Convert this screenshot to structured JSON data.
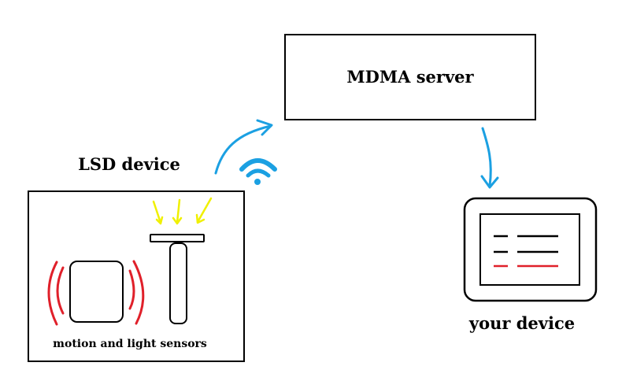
{
  "server": {
    "label": "MDMA server"
  },
  "lsd_device": {
    "title": "LSD device",
    "caption": "motion and light sensors"
  },
  "your_device": {
    "label": "your device"
  },
  "colors": {
    "outline": "#000000",
    "arrow": "#1ba0e2",
    "wifi": "#1ba0e2",
    "light_rays": "#f0f000",
    "motion_waves": "#e0202a",
    "screen_line_dark": "#000000",
    "screen_line_alert": "#e0202a"
  },
  "icons": [
    "wifi-icon",
    "motion-sensor-icon",
    "light-sensor-icon",
    "light-rays-icon",
    "motion-waves-icon"
  ]
}
